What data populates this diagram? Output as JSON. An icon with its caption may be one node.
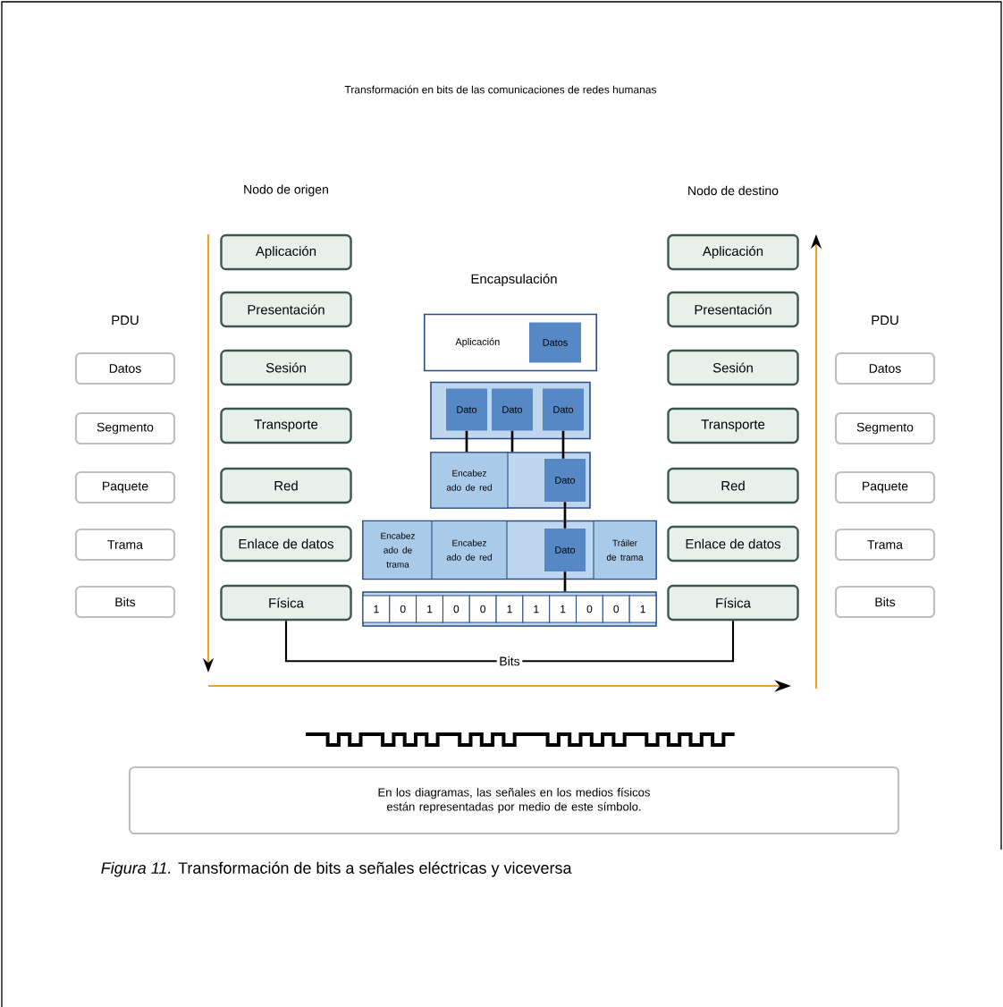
{
  "diagram": {
    "title": "Transformación en bits de las comunicaciones de redes humanas",
    "caption": "*Figura 11.* Transformación de bits a señales eléctricas y viceversa",
    "nodes": [
      {
        "text": [
          "Datos"
        ]
      },
      {
        "text": [
          "Segmento"
        ]
      },
      {
        "text": [
          "Paquete"
        ]
      },
      {
        "text": [
          "Trama"
        ]
      },
      {
        "text": [
          "Bits"
        ]
      },
      {
        "text": [
          "Aplicación"
        ]
      },
      {
        "text": [
          "Presentación"
        ]
      },
      {
        "text": [
          "Sesión"
        ]
      },
      {
        "text": [
          "Transporte"
        ]
      },
      {
        "text": [
          "Red"
        ]
      },
      {
        "text": [
          "Enlace de datos"
        ]
      },
      {
        "text": [
          "Física"
        ]
      },
      {
        "text": [
          "Aplicación"
        ]
      },
      {
        "text": [
          "Datos"
        ],
        "in": 12
      },
      {
        "text": [],
        "shape": "box"
      },
      {
        "text": [
          "Dato"
        ],
        "in": 14
      },
      {
        "text": [
          "Dato"
        ],
        "in": 14
      },
      {
        "text": [
          "Dato"
        ],
        "in": 14
      },
      {
        "text": [],
        "shape": "box"
      },
      {
        "text": [
          "Encabez ado de red"
        ],
        "in": 18
      },
      {
        "text": [
          "Dato"
        ],
        "in": 18
      },
      {
        "text": [],
        "shape": "box"
      },
      {
        "text": [
          "Encabez ado de trama"
        ],
        "in": 21
      },
      {
        "text": [
          "Encabez ado de red"
        ],
        "in": 21
      },
      {
        "text": [
          "Dato"
        ],
        "in": 21
      },
      {
        "text": [
          "Tráiler de trama"
        ],
        "in": 21
      },
      {
        "text": [],
        "shape": "box"
      },
      {
        "text": [
          "1"
        ],
        "in": 26
      },
      {
        "text": [
          "0"
        ],
        "in": 26
      },
      {
        "text": [
          "1"
        ],
        "in": 26
      },
      {
        "text": [
          "0"
        ],
        "in": 26
      },
      {
        "text": [
          "0"
        ],
        "in": 26
      },
      {
        "text": [
          "1"
        ],
        "in": 26
      },
      {
        "text": [
          "1"
        ],
        "in": 26
      },
      {
        "text": [
          "1"
        ],
        "in": 26
      },
      {
        "text": [
          "0"
        ],
        "in": 26
      },
      {
        "text": [
          "0"
        ],
        "in": 26
      },
      {
        "text": [
          "1"
        ],
        "in": 26
      },
      {
        "text": [
          "Aplicación"
        ]
      },
      {
        "text": [
          "Presentación"
        ]
      },
      {
        "text": [
          "Sesión"
        ]
      },
      {
        "text": [
          "Transporte"
        ]
      },
      {
        "text": [
          "Red"
        ]
      },
      {
        "text": [
          "Enlace de datos"
        ]
      },
      {
        "text": [
          "Física"
        ]
      },
      {
        "text": [
          "Datos"
        ]
      },
      {
        "text": [
          "Segmento"
        ]
      },
      {
        "text": [
          "Paquete"
        ]
      },
      {
        "text": [
          "Trama"
        ]
      },
      {
        "text": [
          "Bits"
        ]
      },
      {
        "text": [
          "En los diagramas, las señales en los medios físicos están representadas por medio de este símbolo."
        ]
      }
    ],
    "edges": [
      {
        "from": 11,
        "to": 44,
        "arrow": "none",
        "label": "Bits"
      },
      {
        "from": 15,
        "to": 18,
        "arrow": "none"
      },
      {
        "from": 16,
        "to": 18,
        "arrow": "none"
      },
      {
        "from": 17,
        "to": 20,
        "arrow": "none"
      },
      {
        "from": 20,
        "to": 24,
        "arrow": "none"
      },
      {
        "from": 24,
        "to": 26,
        "arrow": "none"
      }
    ],
    "labels": [
      "Nodo de origen",
      "Nodo de destino",
      "Encapsulación",
      "PDU",
      "PDU"
    ]
  }
}
